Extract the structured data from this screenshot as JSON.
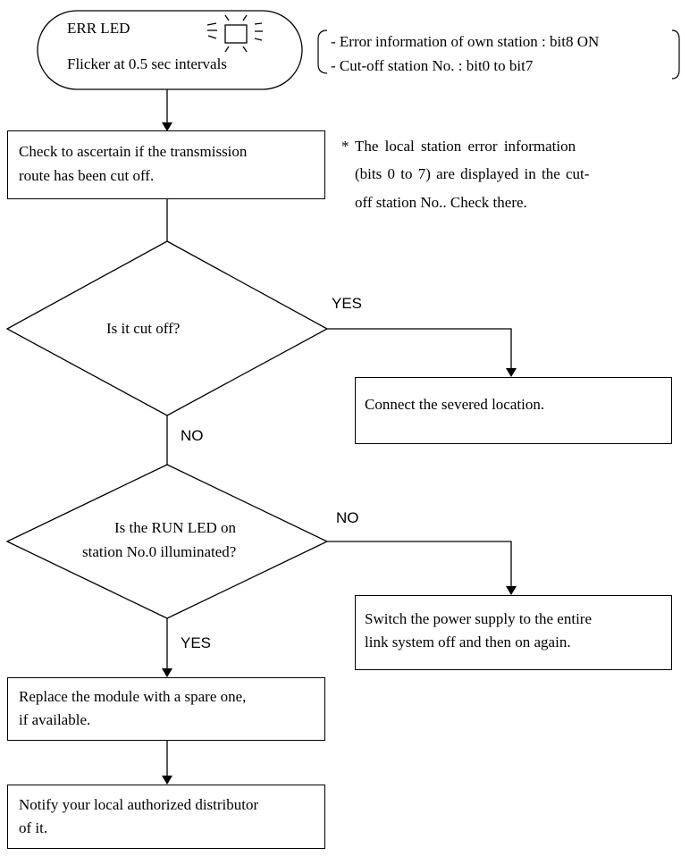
{
  "start": {
    "line1": "ERR LED",
    "line2": "Flicker at 0.5 sec intervals",
    "led_icon": "blinking-led-icon"
  },
  "info": {
    "items": [
      "- Error information of own station : bit8 ON",
      "- Cut-off station No. : bit0 to bit7"
    ]
  },
  "step_check": {
    "lines": [
      "Check to ascertain if the transmission",
      "route has been cut off."
    ]
  },
  "note": {
    "marker": "*",
    "lines": [
      "The local station error information",
      "(bits 0 to 7) are displayed in the cut-",
      "off station No.. Check there."
    ]
  },
  "decision_cut": {
    "text": "Is it cut off?"
  },
  "yes_label_1": "YES",
  "step_connect": {
    "text": "Connect the severed location."
  },
  "no_label_1": "NO",
  "decision_run": {
    "lines": [
      "Is the RUN LED on",
      "station No.0 illuminated?"
    ]
  },
  "no_label_2": "NO",
  "step_power": {
    "lines": [
      "Switch the power supply to the entire",
      "link system off and then on again."
    ]
  },
  "yes_label_2": "YES",
  "step_replace": {
    "lines": [
      "Replace the module with a spare one,",
      "if available."
    ]
  },
  "step_notify": {
    "lines": [
      "Notify your local authorized distributor",
      "of it."
    ]
  }
}
